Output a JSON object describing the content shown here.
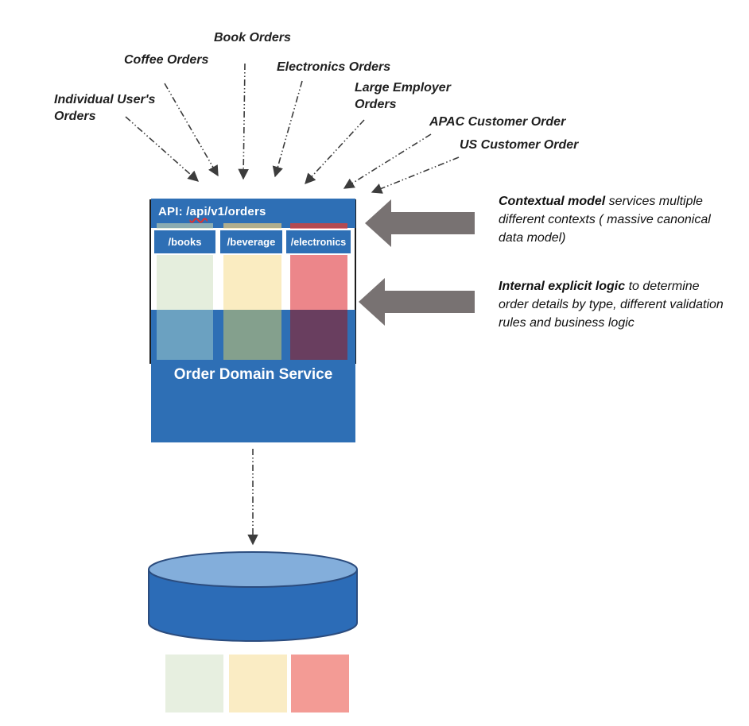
{
  "incoming_orders": [
    {
      "label": "Individual User's\nOrders"
    },
    {
      "label": "Coffee Orders"
    },
    {
      "label": "Book Orders"
    },
    {
      "label": "Electronics Orders"
    },
    {
      "label": "Large Employer\nOrders"
    },
    {
      "label": "APAC Customer Order"
    },
    {
      "label": "US Customer Order"
    }
  ],
  "service_box": {
    "api_prefix": "API: /",
    "api_word": "api",
    "api_suffix": "/v1/orders",
    "tabs": [
      {
        "label": "/books"
      },
      {
        "label": "/beverage"
      },
      {
        "label": "/electronics"
      }
    ],
    "title": "Order Domain Service"
  },
  "annotations": [
    {
      "lead": "Contextual model",
      "body": " services multiple different contexts ( massive canonical data model)"
    },
    {
      "lead": "Internal explicit logic",
      "body": " to determine order details by type, different validation rules  and business logic"
    }
  ],
  "palette": {
    "service_blue": "#2e6fb5",
    "panel_border_black": "#1c1c1c",
    "cylinder_body": "#2c6cb7",
    "cylinder_top": "#83aedb",
    "cylinder_stroke": "#2b4c7e",
    "block_arrow_gray": "#787272",
    "connector_dark": "#3c3c3c",
    "spellcheck_red": "#e0312e",
    "books_light": "#e5eedd",
    "books_over_blue": "#6ba1c1",
    "books_over_header": "#8bacb1",
    "beverage_light": "#faecc1",
    "beverage_over_blue": "#84a08d",
    "beverage_over_header": "#b0ae8d",
    "electronics_light": "#ec868a",
    "electronics_over_blue": "#693e5f",
    "electronics_over_header": "#b34a51"
  }
}
